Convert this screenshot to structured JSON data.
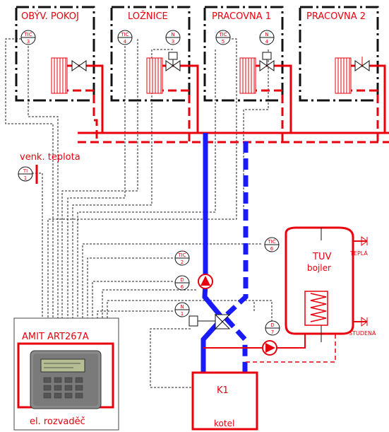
{
  "rooms": {
    "obyv": "OBÝV. POKOJ",
    "loznice": "LOŽNICE",
    "pracovna1": "PRACOVNA 1",
    "pracovna2": "PRACOVNA 2"
  },
  "outdoor": {
    "label": "venk. teplota"
  },
  "instruments": {
    "tic3": {
      "tag": "TIC",
      "num": "3"
    },
    "tic4": {
      "tag": "TIC",
      "num": "4"
    },
    "n3": {
      "tag": "N",
      "num": "3"
    },
    "tic5": {
      "tag": "TIC",
      "num": "5"
    },
    "n4": {
      "tag": "N",
      "num": "4"
    },
    "ti1": {
      "tag": "TI",
      "num": "1"
    },
    "tic6": {
      "tag": "TIC",
      "num": "6"
    },
    "tic2": {
      "tag": "TIC",
      "num": "2"
    },
    "d6": {
      "tag": "D",
      "num": "6"
    },
    "n1": {
      "tag": "N",
      "num": "1"
    },
    "d7": {
      "tag": "D",
      "num": "7"
    }
  },
  "tank": {
    "name": "TUV",
    "sub": "bojler",
    "hot": "TEPLÁ",
    "cold": "STUDENÁ"
  },
  "boiler": {
    "name": "K1",
    "sub": "kotel"
  },
  "cabinet": {
    "controller": "AMIT ART267A",
    "label": "el. rozvaděč"
  },
  "colors": {
    "hot": "#e8000d",
    "return_blue": "#1a1aff",
    "outline": "#111111"
  }
}
